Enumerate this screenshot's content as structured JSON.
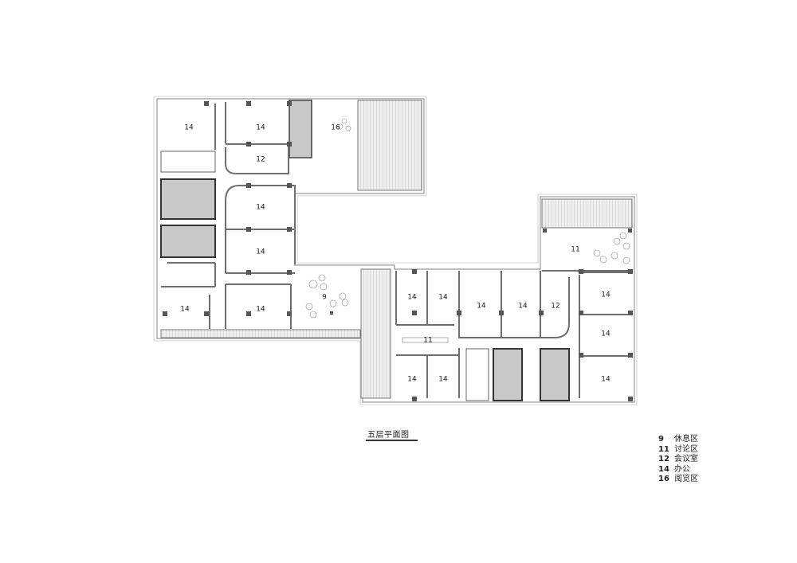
{
  "title": "五层平面图",
  "legend": [
    {
      "num": "9",
      "label": "休息区"
    },
    {
      "num": "11",
      "label": "讨论区"
    },
    {
      "num": "12",
      "label": "会议室"
    },
    {
      "num": "14",
      "label": "办公"
    },
    {
      "num": "16",
      "label": "阅览区"
    }
  ],
  "rooms": [
    {
      "id": "r1",
      "label": "14"
    },
    {
      "id": "r2",
      "label": "14"
    },
    {
      "id": "r3",
      "label": "16"
    },
    {
      "id": "r4",
      "label": "12"
    },
    {
      "id": "r5",
      "label": "14"
    },
    {
      "id": "r6",
      "label": "14"
    },
    {
      "id": "r7",
      "label": "14"
    },
    {
      "id": "r8",
      "label": "14"
    },
    {
      "id": "r9",
      "label": "9"
    },
    {
      "id": "r10",
      "label": "11"
    },
    {
      "id": "r11",
      "label": "14"
    },
    {
      "id": "r12",
      "label": "14"
    },
    {
      "id": "r13",
      "label": "14"
    },
    {
      "id": "r14",
      "label": "14"
    },
    {
      "id": "r15",
      "label": "12"
    },
    {
      "id": "r16",
      "label": "14"
    },
    {
      "id": "r17",
      "label": "14"
    },
    {
      "id": "r18",
      "label": "11"
    },
    {
      "id": "r19",
      "label": "14"
    },
    {
      "id": "r20",
      "label": "14"
    },
    {
      "id": "r21",
      "label": "14"
    }
  ],
  "colors": {
    "wall": "#6e6e6e",
    "core": "#c8c8c8",
    "terrace": "#e6e6e6",
    "line": "#999999"
  }
}
